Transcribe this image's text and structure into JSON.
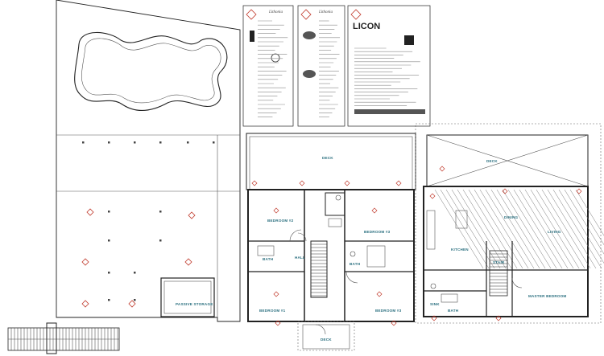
{
  "site": {
    "pool_label": "",
    "storage_label": "PASSIVE STORAGE"
  },
  "spec_sheets": [
    {
      "brand": "Lithonia",
      "logo": ""
    },
    {
      "brand": "Lithonia",
      "logo": ""
    },
    {
      "brand": "",
      "logo": "LICON"
    }
  ],
  "first_floor": {
    "rooms": {
      "deck_top": "DECK",
      "bedroom_2": "BEDROOM #2",
      "bedroom_3": "BEDROOM #3",
      "bath_left": "BATH",
      "bath_right": "BATH",
      "hall": "HALL",
      "bedroom_1": "BEDROOM #1",
      "bedroom_4": "BEDROOM #3",
      "deck_bottom": "DECK"
    }
  },
  "second_floor": {
    "rooms": {
      "deck": "DECK",
      "dining": "DINING",
      "living": "LIVING",
      "kitchen": "KITCHEN",
      "stair": "STAIR",
      "sink": "SINK",
      "bath": "BATH",
      "master": "MASTER BEDROOM"
    }
  },
  "icons": {
    "light_fixture": "diamond-light-fixture-icon",
    "column": "column-dot-icon",
    "hazard": "hazard-diamond-icon"
  },
  "colors": {
    "linework": "#222222",
    "labels": "#2a6f7f",
    "fixture": "#c0392b"
  }
}
